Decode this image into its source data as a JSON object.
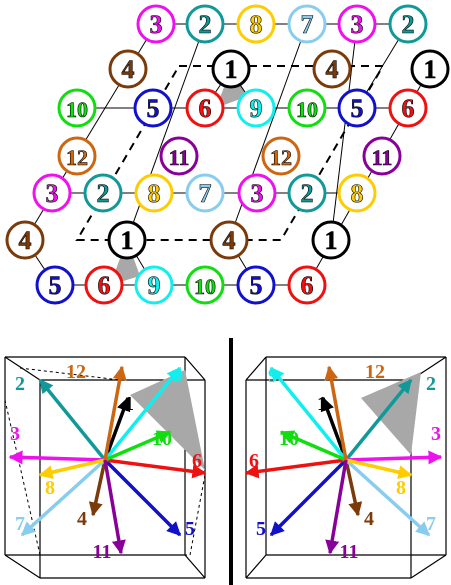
{
  "colors": {
    "1": "#000000",
    "2": "#119999",
    "3": "#ee11ee",
    "4": "#7a3a0a",
    "5": "#1111cc",
    "6": "#ee1111",
    "7": "#88ccee",
    "8": "#ffcc00",
    "9": "#11eeee",
    "10": "#11dd11",
    "11": "#880099",
    "12": "#cc6611",
    "shade": "#a8a8a8"
  },
  "lattice": {
    "rows": [
      [
        "3",
        "2",
        "8",
        "7",
        "3",
        "2"
      ],
      [
        "4",
        "1",
        "4",
        "1"
      ],
      [
        "10",
        "5",
        "6",
        "9",
        "10",
        "5",
        "6"
      ],
      [
        "12",
        "11",
        "12",
        "11"
      ],
      [
        "3",
        "2",
        "8",
        "7",
        "3",
        "2",
        "8"
      ],
      [
        "4",
        "1",
        "4",
        "1"
      ],
      [
        "5",
        "6",
        "9",
        "10",
        "5",
        "6"
      ]
    ]
  },
  "cube_left": {
    "vectors": [
      "1",
      "2",
      "3",
      "4",
      "5",
      "6",
      "7",
      "8",
      "9",
      "10",
      "11",
      "12"
    ]
  },
  "cube_right": {
    "vectors": [
      "1",
      "2",
      "3",
      "4",
      "5",
      "6",
      "7",
      "8",
      "9",
      "10",
      "11",
      "12"
    ]
  }
}
